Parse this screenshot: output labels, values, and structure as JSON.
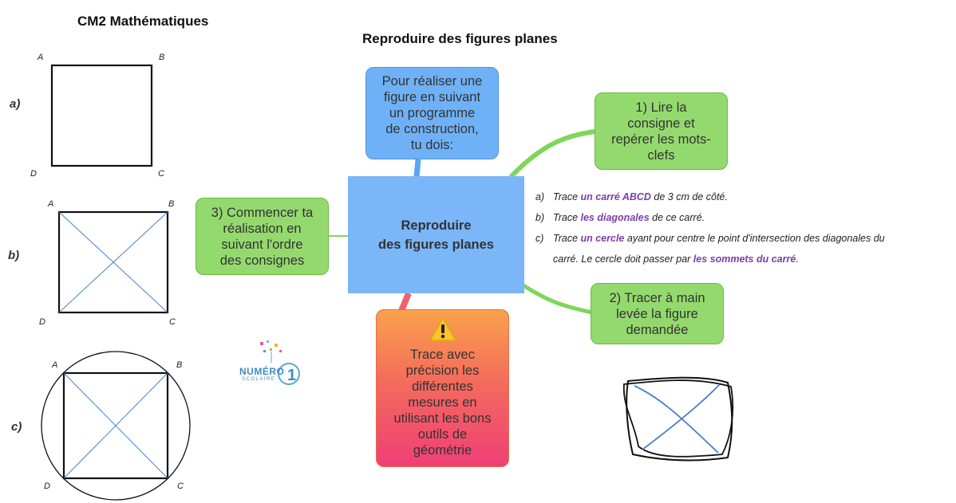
{
  "header": {
    "left_title": "CM2 Mathématiques",
    "main_title": "Reproduire des figures planes"
  },
  "figures": {
    "row_labels": [
      "a)",
      "b)",
      "c)"
    ],
    "vertices": {
      "a": "A",
      "b": "B",
      "c": "C",
      "d": "D"
    }
  },
  "mindmap": {
    "center": {
      "line1": "Reproduire",
      "line2": "des figures planes"
    },
    "top": [
      "Pour réaliser une",
      "figure en suivant",
      "un programme",
      "de construction,",
      "tu dois:"
    ],
    "step1": [
      "1) Lire la",
      "consigne et",
      "repérer les mots-",
      "clefs"
    ],
    "step2": [
      "2)  Tracer à main",
      "levée la figure",
      "demandée"
    ],
    "step3": [
      "3) Commencer ta",
      "réalisation en",
      "suivant l'ordre",
      "des consignes"
    ],
    "warning": {
      "icon": "warning-icon",
      "lines": [
        "Trace avec",
        "précision les",
        "différentes",
        "mesures en",
        "utilisant les bons",
        "outils de",
        "géométrie"
      ]
    }
  },
  "instructions": {
    "a": {
      "marker": "a)",
      "pre": "Trace ",
      "hl": "un carré ABCD",
      "post": " de 3 cm de côté."
    },
    "b": {
      "marker": "b)",
      "pre": "Trace ",
      "hl": "les diagonales",
      "post": " de ce carré."
    },
    "c": {
      "marker": "c)",
      "pre": "Trace ",
      "hl": "un cercle",
      "post": " ayant pour centre le point d'intersection des diagonales du"
    },
    "c2": {
      "pre": "carré. Le cercle doit passer par ",
      "hl": "les sommets du carré",
      "post": "."
    }
  },
  "logo": {
    "line1": "NUMÉRO",
    "line2": "SCOLAIRE",
    "digits": "01"
  },
  "colors": {
    "blue_node": "#6fb1f7",
    "green_node": "#94d96e",
    "highlight": "#7b3ea8",
    "diagonal": "#4a7fd0"
  }
}
